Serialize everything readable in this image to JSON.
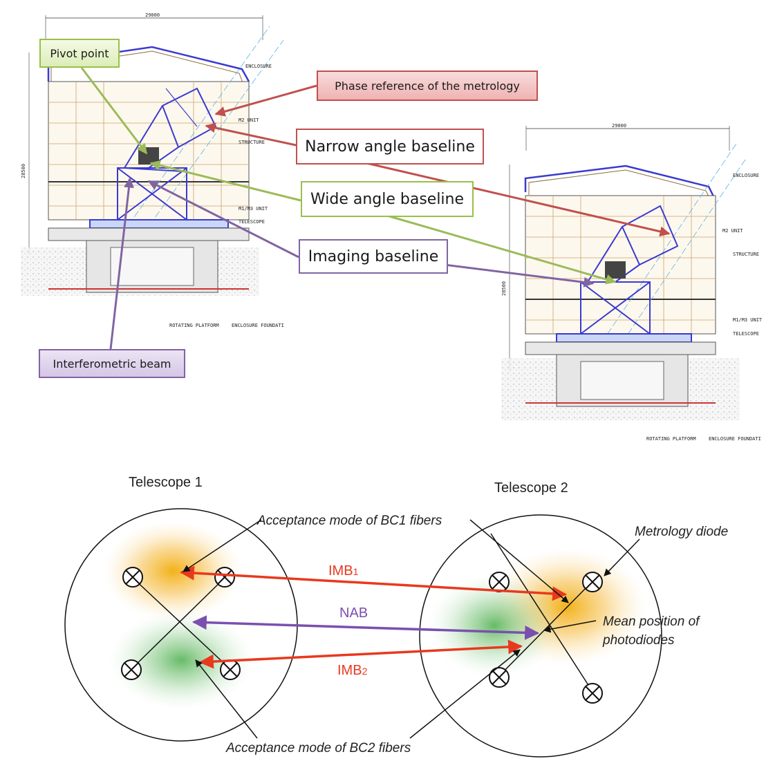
{
  "top_section": {
    "callouts": {
      "pivot_point": "Pivot point",
      "phase_reference": "Phase reference of the metrology",
      "narrow_angle_baseline": "Narrow angle baseline",
      "wide_angle_baseline": "Wide angle baseline",
      "imaging_baseline": "Imaging baseline",
      "interferometric_beam": "Interferometric beam"
    },
    "drawing_left": {
      "dimension_width": "29000",
      "dimension_height": "28500",
      "labels": [
        "ENCLOSURE",
        "M2 UNIT",
        "STRUCTURE",
        "M1/M3 UNIT",
        "TELESCOPE",
        "ROTATING PLATFORM",
        "ENCLOSURE FOUNDATI"
      ]
    },
    "drawing_right": {
      "dimension_width": "29000",
      "dimension_height": "28500",
      "labels": [
        "ENCLOSURE",
        "M2 UNIT",
        "STRUCTURE",
        "M1/M3 UNIT",
        "TELESCOPE",
        "ROTATING PLATFORM",
        "ENCLOSURE FOUNDATI"
      ]
    }
  },
  "bottom_section": {
    "telescope_1": "Telescope 1",
    "telescope_2": "Telescope 2",
    "acceptance_bc1": "Acceptance mode of BC1 fibers",
    "acceptance_bc2": "Acceptance mode of BC2 fibers",
    "metrology_diode": "Metrology diode",
    "mean_position_line1": "Mean position of",
    "mean_position_line2": "photodiodes",
    "imb1_base": "IMB",
    "imb1_sub": "1",
    "nab": "NAB",
    "imb2_base": "IMB",
    "imb2_sub": "2"
  },
  "colors": {
    "red_arrow": "#c0504d",
    "green_arrow": "#9bbb59",
    "purple_arrow": "#8064a2",
    "blue_structure": "#3a3ad0",
    "imb_red": "#e8391e",
    "nab_purple": "#7b4fb0",
    "orange_mode": "#f2a900",
    "green_mode": "#5cb85c"
  }
}
